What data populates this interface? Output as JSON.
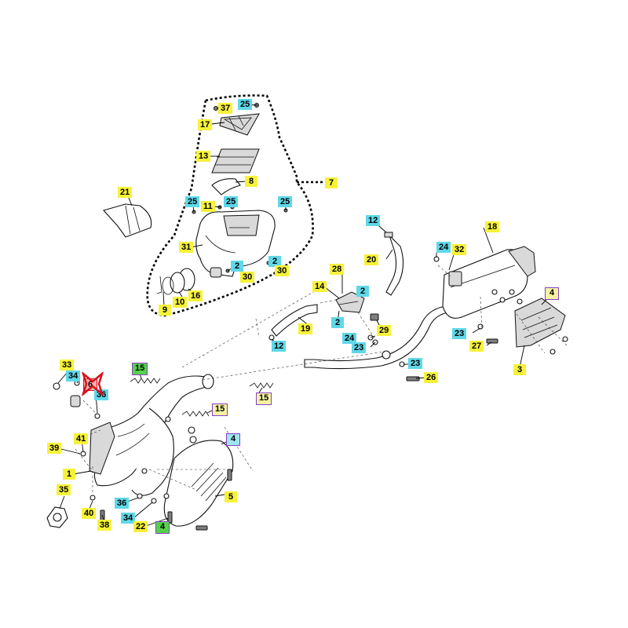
{
  "callouts": {
    "c37": "37",
    "c25a": "25",
    "c17": "17",
    "c13": "13",
    "c8": "8",
    "c7": "7",
    "c21": "21",
    "c25b": "25",
    "c11": "11",
    "c25c": "25",
    "c25d": "25",
    "c31": "31",
    "c2a": "2",
    "c30a": "30",
    "c2b": "2",
    "c30b": "30",
    "c9": "9",
    "c10": "10",
    "c16": "16",
    "c12a": "12",
    "c20": "20",
    "c18": "18",
    "c24a": "24",
    "c32": "32",
    "c28": "28",
    "c14": "14",
    "c2c": "2",
    "c2d": "2",
    "c19": "19",
    "c29": "29",
    "c4a": "4",
    "c23a": "23",
    "c27": "27",
    "c3": "3",
    "c24b": "24",
    "c23b": "23",
    "c12b": "12",
    "c23c": "23",
    "c26": "26",
    "c33": "33",
    "c34a": "34",
    "c6": "6",
    "c36a": "36",
    "c15a": "15",
    "c15b": "15",
    "c15c": "15",
    "c4b": "4",
    "c39": "39",
    "c41": "41",
    "c1": "1",
    "c35": "35",
    "c40": "40",
    "c38": "38",
    "c36b": "36",
    "c34b": "34",
    "c22": "22",
    "c4c": "4",
    "c5": "5"
  },
  "colors": {
    "label_yellow": "#f6f23a",
    "label_cyan": "#5fd8e8",
    "label_green": "#55d24a",
    "frame_purple": "#8a3fc8",
    "marker_red": "#d8121b"
  }
}
